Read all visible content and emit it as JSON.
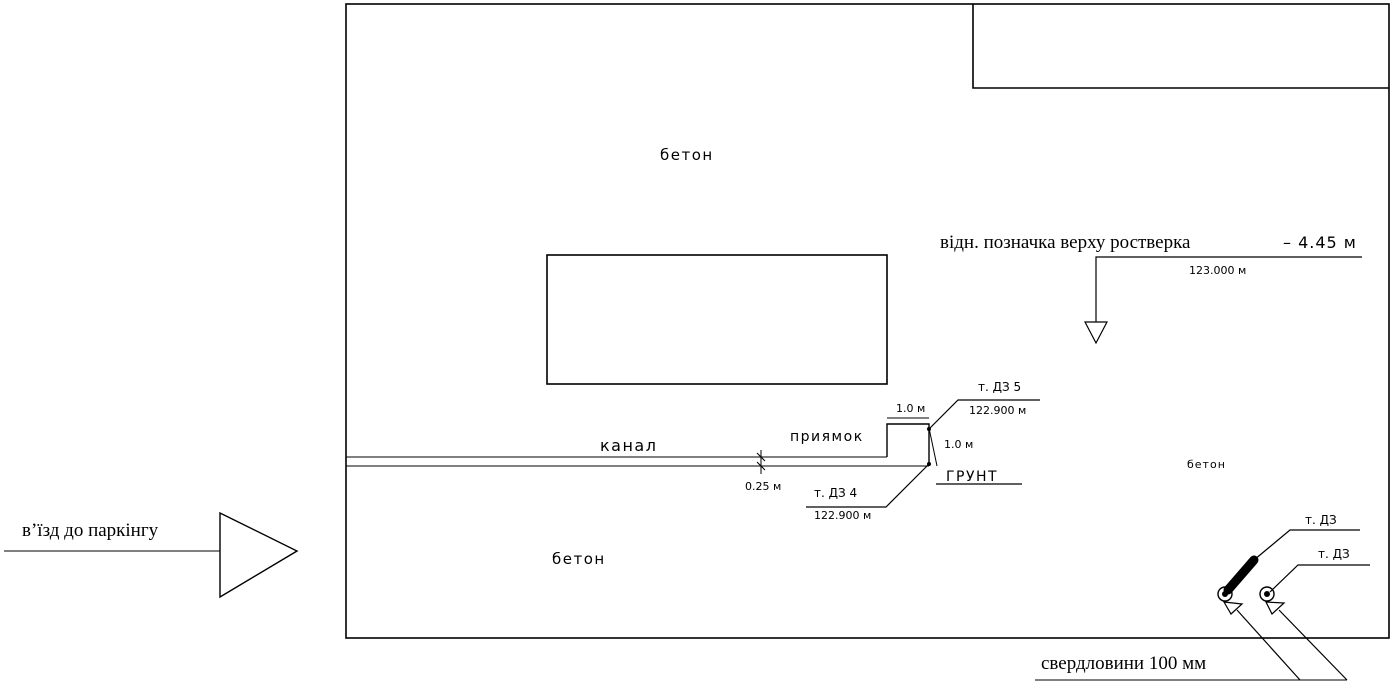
{
  "entrance_label": "в’їзд до паркінгу",
  "areas": {
    "concrete_top": "бетон",
    "concrete_bottom": "бетон",
    "concrete_right": "бетон"
  },
  "canal": {
    "label": "канал",
    "width_dim": "0.25 м"
  },
  "pit": {
    "label": "приямок",
    "width_dim": "1.0 м",
    "depth_dim": "1.0 м",
    "soil_label": "ГРУНТ"
  },
  "points": {
    "dz5": {
      "name": "т. ДЗ 5",
      "elevation": "122.900 м"
    },
    "dz4": {
      "name": "т. ДЗ 4",
      "elevation": "122.900 м"
    },
    "dz_a": {
      "name": "т. ДЗ"
    },
    "dz_b": {
      "name": "т. ДЗ"
    }
  },
  "elevation_mark": {
    "label": "відн. позначка верху ростверка",
    "relative_value": "– 4.45 м",
    "absolute_value": "123.000 м"
  },
  "boreholes_label": "свердловини 100 мм"
}
